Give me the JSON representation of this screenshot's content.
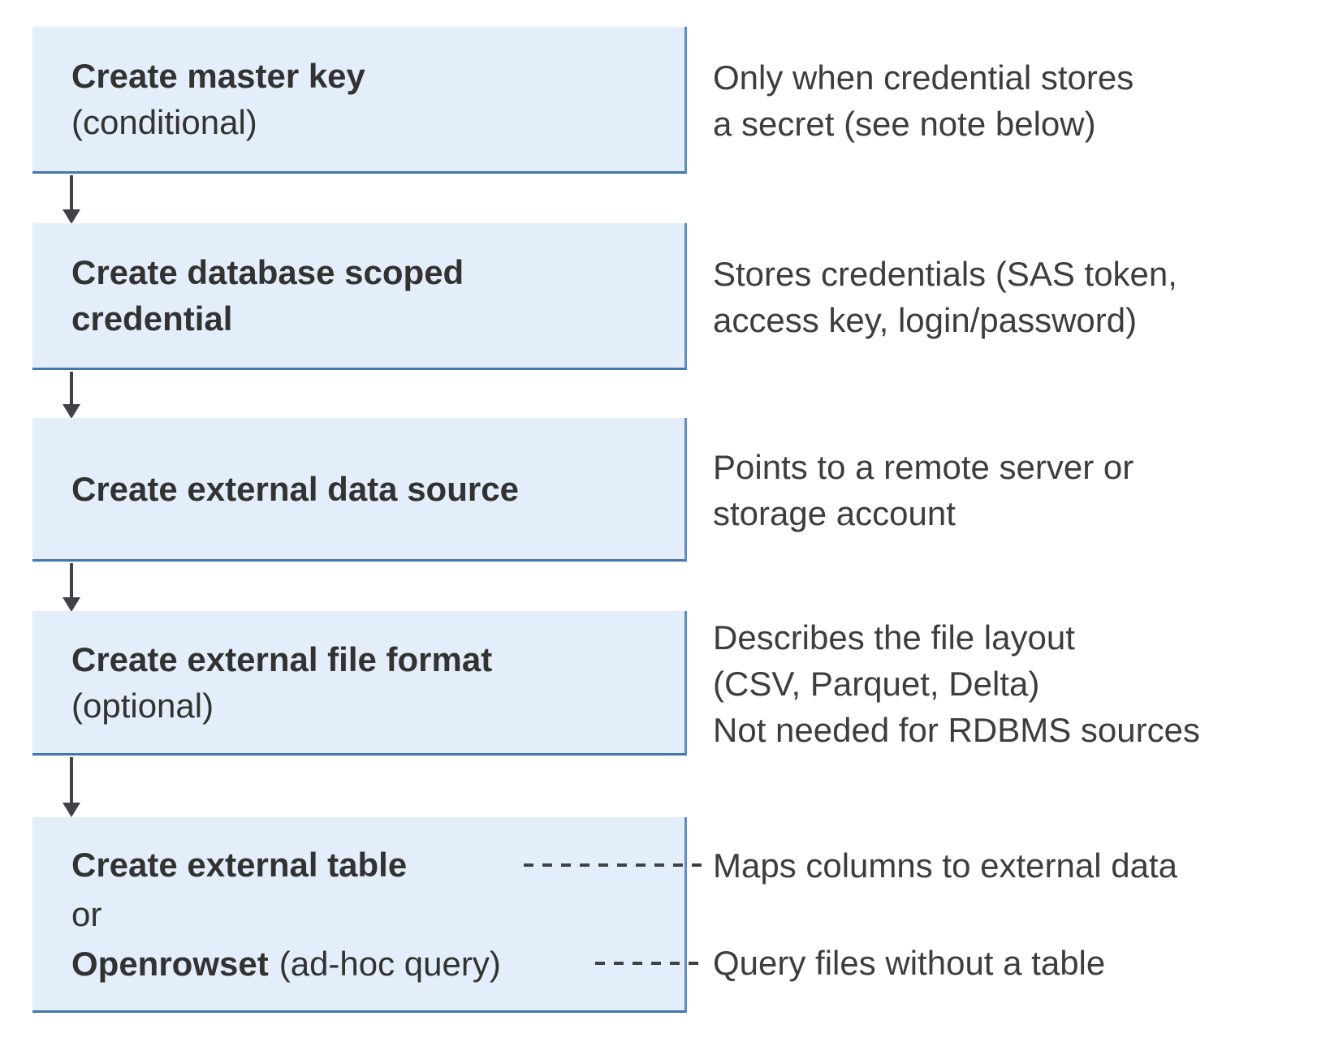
{
  "colors": {
    "box_fill": "#e4eefa",
    "box_border_right": "#5f8cc2",
    "box_border_bottom": "#4377ae",
    "arrow": "#3f4347",
    "text_dark": "#323232",
    "text_body": "#3d3d3d"
  },
  "steps": [
    {
      "title": "Create master key",
      "subtitle": "(conditional)",
      "note": "Only when credential stores\na secret (see note below)"
    },
    {
      "title": "Create database scoped\ncredential",
      "note": "Stores credentials (SAS token,\naccess key, login/password)"
    },
    {
      "title": "Create external data source",
      "note": "Points to a remote server or\nstorage account"
    },
    {
      "title": "Create external file format",
      "subtitle": "(optional)",
      "note": "Describes the file layout\n(CSV, Parquet, Delta)\nNot needed for RDBMS sources"
    },
    {
      "title": "Create external table",
      "or_label": "or",
      "alt_title": "Openrowset",
      "alt_suffix": "(ad-hoc query)",
      "note_table": "Maps columns to external data",
      "note_openrowset": "Query files without a table"
    }
  ]
}
